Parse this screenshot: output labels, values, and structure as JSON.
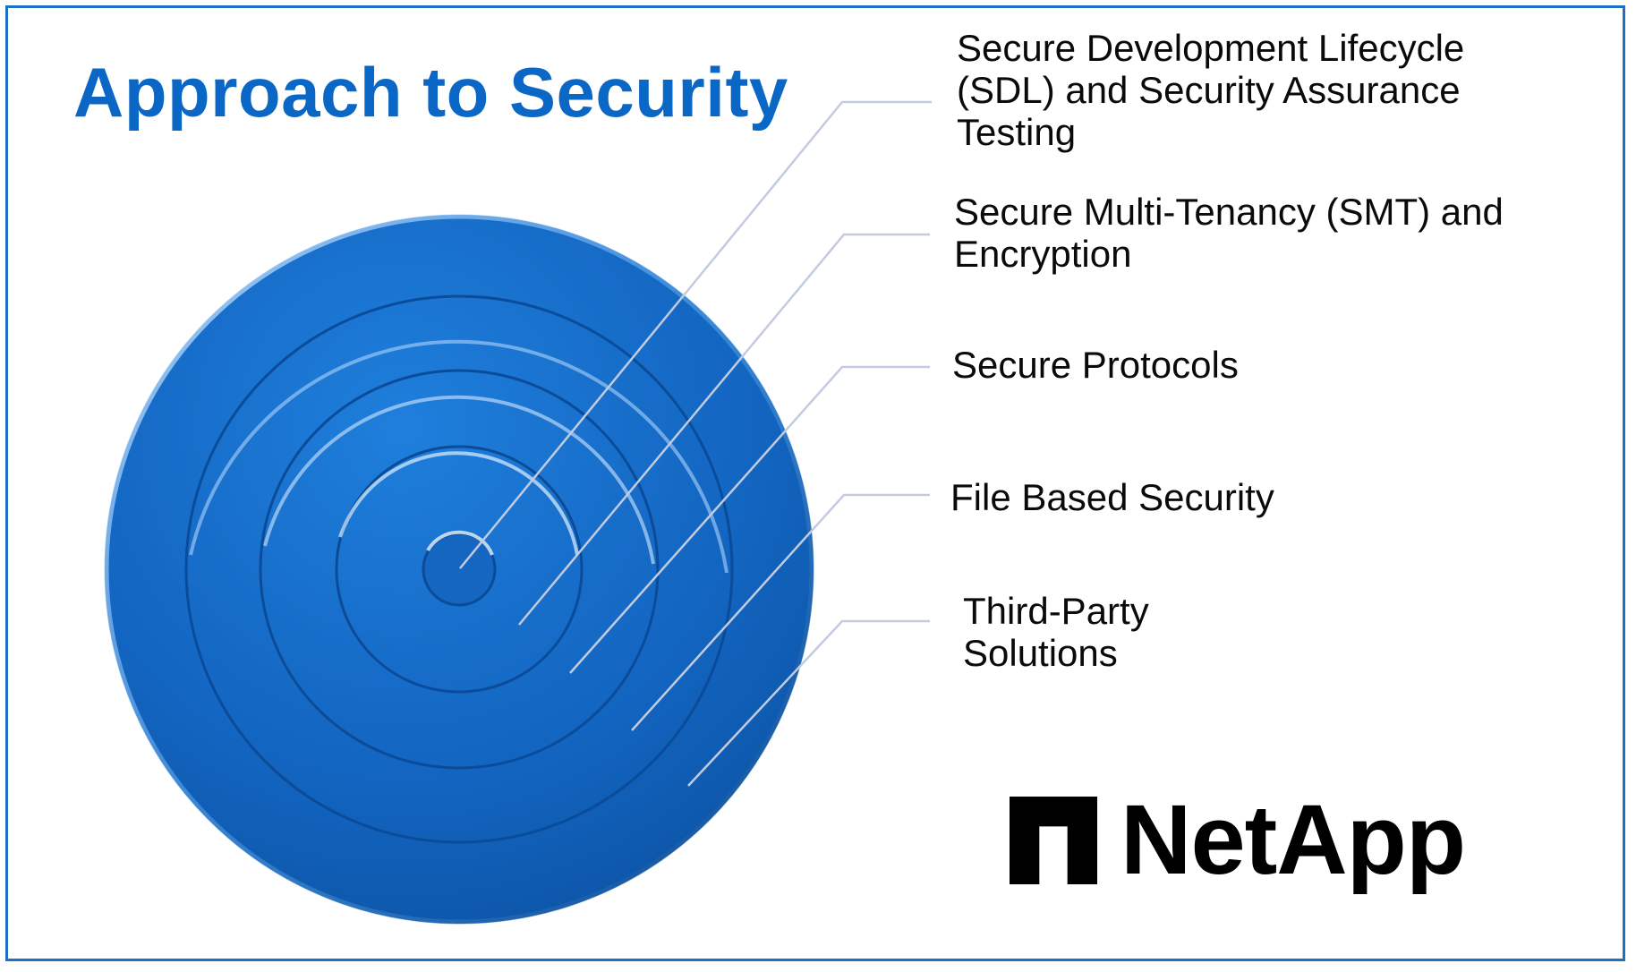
{
  "title": "Approach to Security",
  "layers": [
    {
      "lines": [
        "Secure Development Lifecycle",
        "(SDL) and Security Assurance",
        "Testing"
      ]
    },
    {
      "lines": [
        "Secure Multi-Tenancy (SMT) and",
        "Encryption"
      ]
    },
    {
      "lines": [
        "Secure Protocols"
      ]
    },
    {
      "lines": [
        "File Based Security"
      ]
    },
    {
      "lines": [
        "Third-Party",
        "Solutions"
      ]
    }
  ],
  "logo": {
    "text": "NetApp"
  },
  "colors": {
    "frame": "#1f6fc4",
    "title": "#0a67c5",
    "disc": "#1363be",
    "leader": "#c3cbe0"
  }
}
